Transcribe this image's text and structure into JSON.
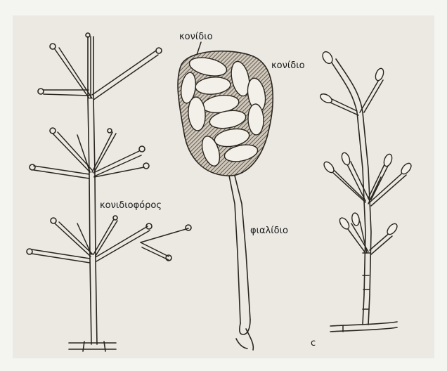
{
  "labels": {
    "conidium_top": "κονίδιο",
    "conidium_right": "κονίδιο",
    "conidiophore": "κονιδιοφόρος",
    "phialide": "φιαλίδιο",
    "mark_c": "c"
  },
  "colors": {
    "background": "#ebe9e2",
    "ink": "#2a2520"
  }
}
